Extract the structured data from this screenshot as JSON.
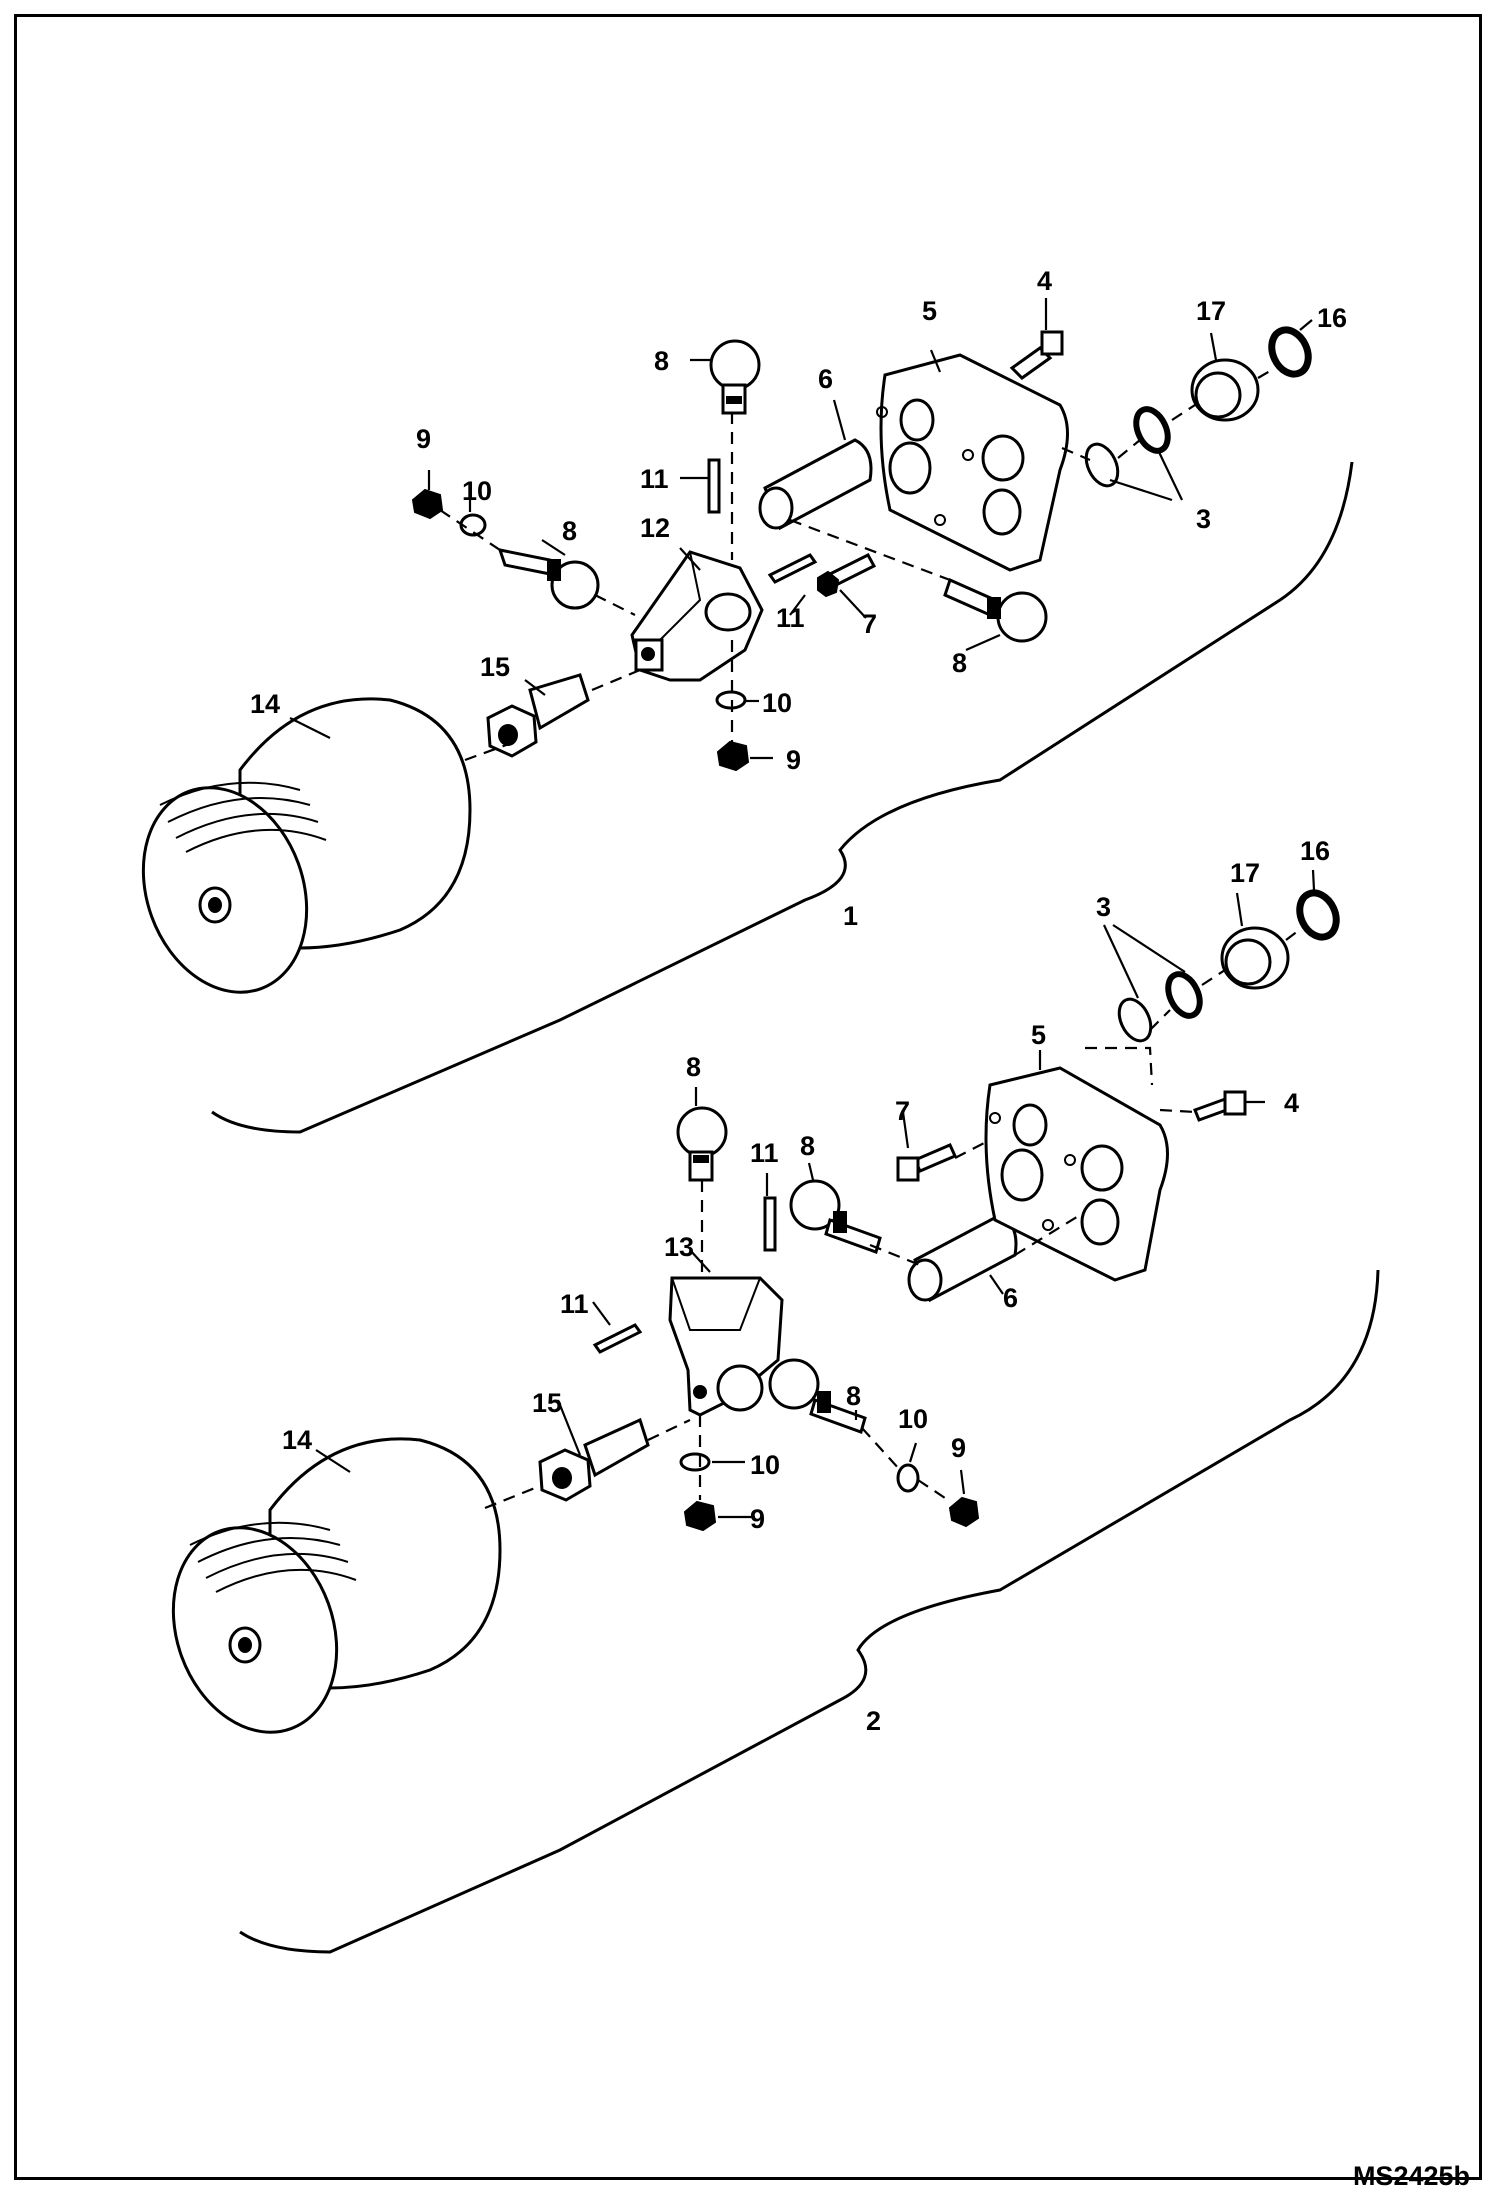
{
  "figure_code": "MS2425b",
  "assemblies": [
    {
      "id": "1",
      "label": "1",
      "callouts": {
        "c3": "3",
        "c4": "4",
        "c5": "5",
        "c6": "6",
        "c7": "7",
        "c8a": "8",
        "c8b": "8",
        "c8c": "8",
        "c9a": "9",
        "c9b": "9",
        "c10a": "10",
        "c10b": "10",
        "c11a": "11",
        "c11b": "11",
        "c12": "12",
        "c14": "14",
        "c15": "15",
        "c16": "16",
        "c17": "17"
      }
    },
    {
      "id": "2",
      "label": "2",
      "callouts": {
        "c3": "3",
        "c4": "4",
        "c5": "5",
        "c6": "6",
        "c7": "7",
        "c8a": "8",
        "c8b": "8",
        "c8c": "8",
        "c9a": "9",
        "c9b": "9",
        "c10a": "10",
        "c10b": "10",
        "c11a": "11",
        "c11b": "11",
        "c13": "13",
        "c14": "14",
        "c15": "15",
        "c16": "16",
        "c17": "17"
      }
    }
  ]
}
